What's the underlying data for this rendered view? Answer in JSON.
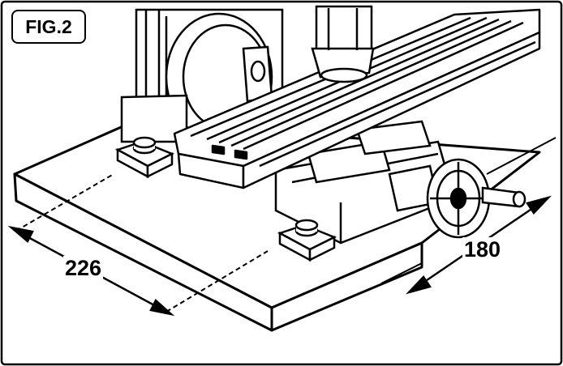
{
  "figure": {
    "label": "FIG.2"
  },
  "dimensions": {
    "width_label": "226",
    "depth_label": "180"
  },
  "colors": {
    "ink": "#000000",
    "paper": "#ffffff"
  }
}
